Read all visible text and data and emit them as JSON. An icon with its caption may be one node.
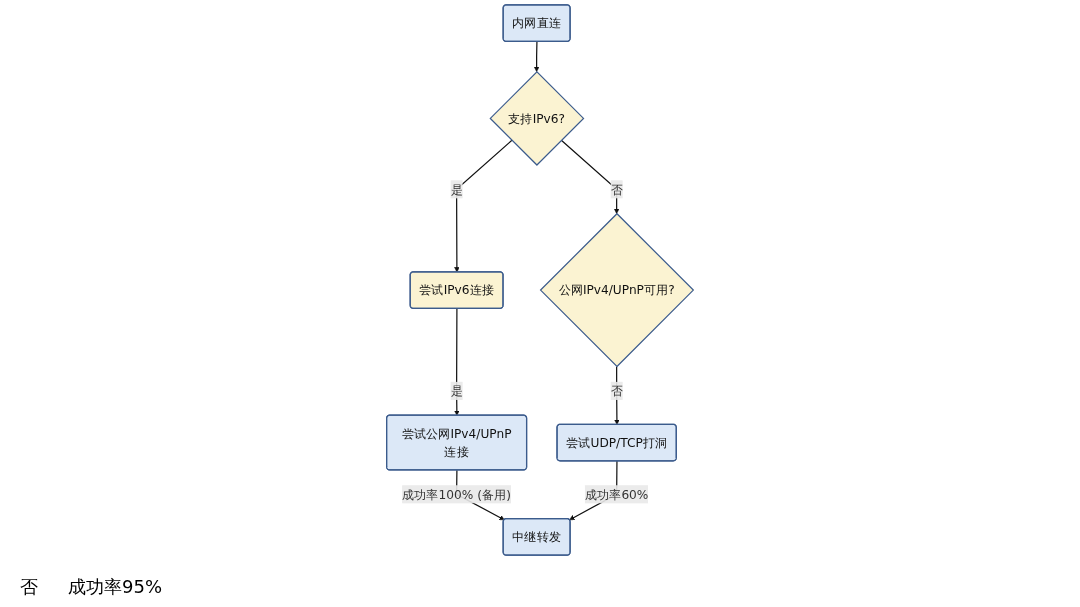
{
  "diagram": {
    "nodes": [
      {
        "text": [
          "内网直连"
        ]
      },
      {
        "text": [
          "支持IPv6?"
        ]
      },
      {
        "text": [
          "尝试IPv6连接"
        ]
      },
      {
        "text": [
          "公网IPv4/UPnP可用?"
        ]
      },
      {
        "text": [
          "尝试公网IPv4/UPnP连接"
        ]
      },
      {
        "text": [
          "尝试UDP/TCP打洞"
        ]
      },
      {
        "text": [
          "中继转发"
        ]
      }
    ],
    "edges": [
      {
        "from": 0,
        "to": 1,
        "arrow": "to"
      },
      {
        "from": 1,
        "to": 2,
        "label": "是",
        "arrow": "to"
      },
      {
        "from": 1,
        "to": 3,
        "label": "否",
        "arrow": "to"
      },
      {
        "from": 2,
        "to": 4,
        "label": "是",
        "arrow": "to"
      },
      {
        "from": 3,
        "to": 5,
        "label": "否",
        "arrow": "to"
      },
      {
        "from": 4,
        "to": 6,
        "label": "成功率100% (备用)",
        "arrow": "to"
      },
      {
        "from": 5,
        "to": 6,
        "label": "成功率60%",
        "arrow": "to"
      }
    ],
    "labels": [
      "否",
      "成功率95%"
    ]
  }
}
